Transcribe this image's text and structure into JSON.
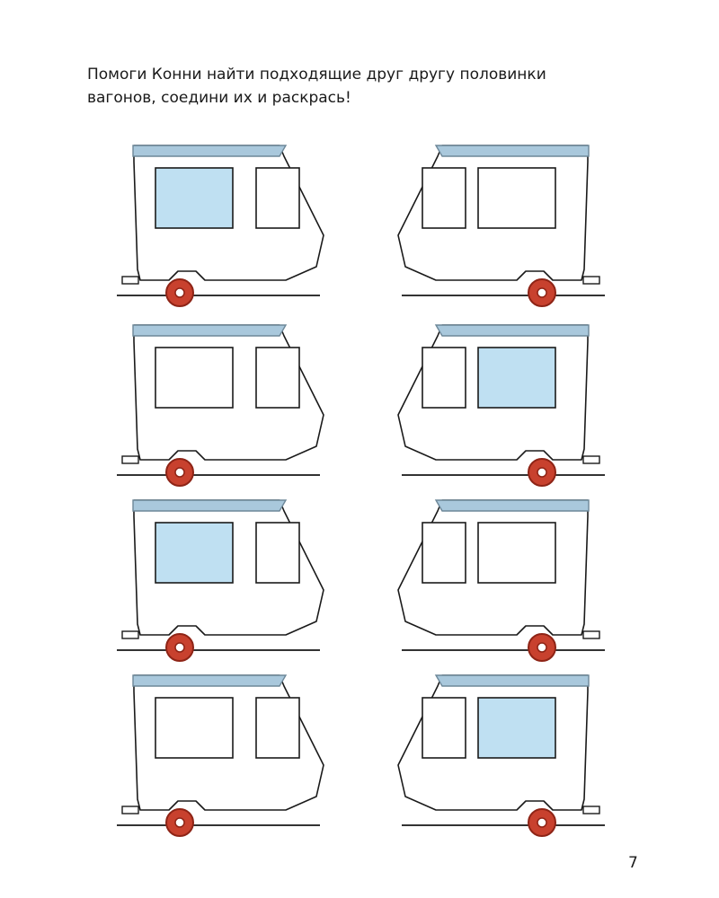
{
  "instructions": {
    "line1": "Помоги Конни найти подходящие друг другу половинки",
    "line2": "вагонов, соедини их и раскрась!"
  },
  "colors": {
    "roof": "#a9c8dc",
    "roof_stroke": "#6d8798",
    "window_fill": "#bfe0f2",
    "wheel": "#c8412e",
    "wheel_dark": "#8e2416",
    "outline": "#1a1a1a",
    "rail": "#333333"
  },
  "wagons": [
    {
      "side": "left",
      "row": 1,
      "window_colored": true
    },
    {
      "side": "right",
      "row": 1,
      "window_colored": false
    },
    {
      "side": "left",
      "row": 2,
      "window_colored": false
    },
    {
      "side": "right",
      "row": 2,
      "window_colored": true
    },
    {
      "side": "left",
      "row": 3,
      "window_colored": true
    },
    {
      "side": "right",
      "row": 3,
      "window_colored": false
    },
    {
      "side": "left",
      "row": 4,
      "window_colored": false
    },
    {
      "side": "right",
      "row": 4,
      "window_colored": true
    }
  ],
  "page_number": "7"
}
